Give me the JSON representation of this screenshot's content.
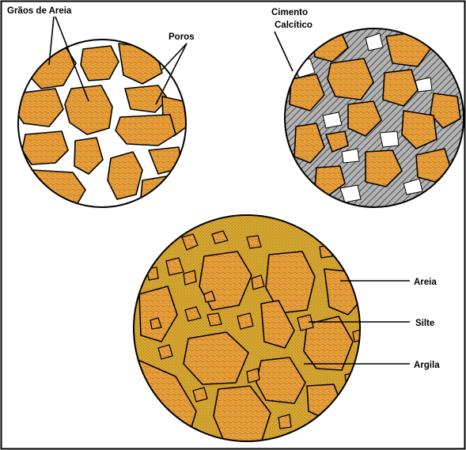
{
  "labels": {
    "sand_grains": "Grãos de Areia",
    "pores": "Poros",
    "cement_line1": "Cimento",
    "cement_line2": "Calcítico",
    "sand": "Areia",
    "silt": "Silte",
    "clay": "Argila"
  },
  "colors": {
    "grain_fill": "#e8a13b",
    "grain_texture": "#b86f1e",
    "pore_fill": "#ffffff",
    "cement_fill": "#a9a9a9",
    "cement_hatch": "#555555",
    "clay_matrix": "#d9a931",
    "clay_dots": "#6b4a12",
    "border": "#000000"
  }
}
